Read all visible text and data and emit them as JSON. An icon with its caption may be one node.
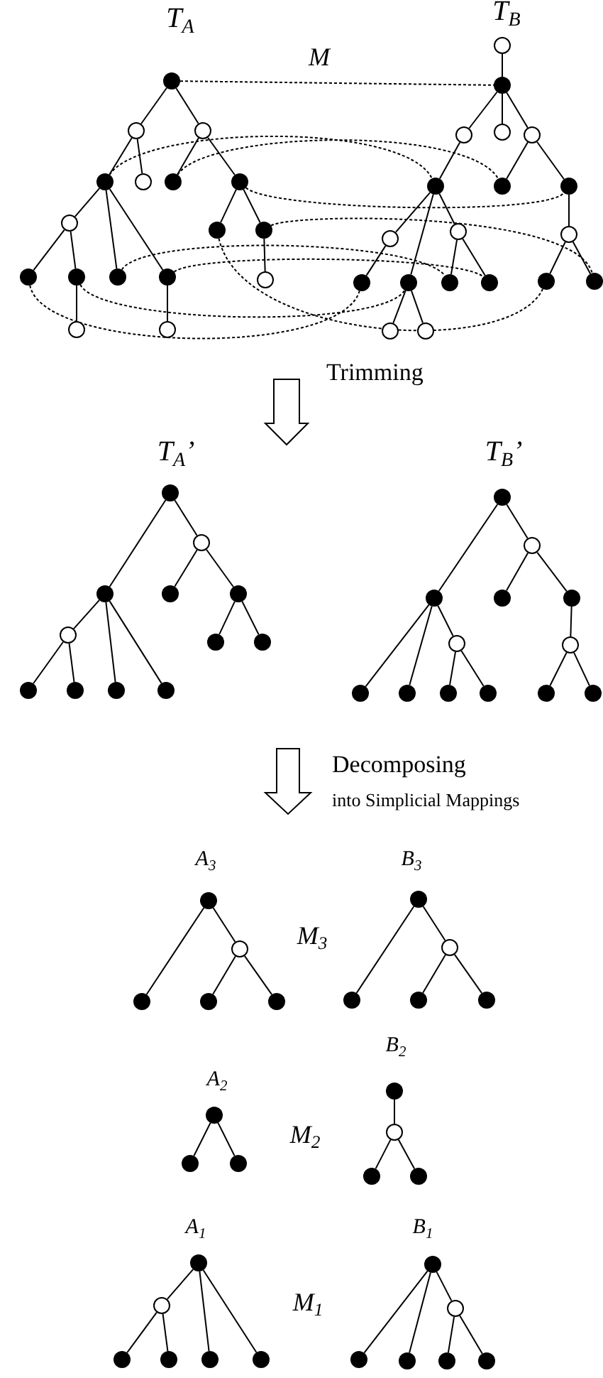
{
  "diagram": {
    "nodes": [
      {
        "text": [],
        "shape": "dot"
      },
      {
        "text": [],
        "shape": "circle"
      },
      {
        "text": [],
        "shape": "circle"
      },
      {
        "text": [],
        "shape": "dot"
      },
      {
        "text": [],
        "shape": "circle"
      },
      {
        "text": [],
        "shape": "dot"
      },
      {
        "text": [],
        "shape": "dot"
      },
      {
        "text": [],
        "shape": "circle"
      },
      {
        "text": [],
        "shape": "dot"
      },
      {
        "text": [],
        "shape": "dot"
      },
      {
        "text": [],
        "shape": "dot"
      },
      {
        "text": [],
        "shape": "dot"
      },
      {
        "text": [],
        "shape": "dot"
      },
      {
        "text": [],
        "shape": "dot"
      },
      {
        "text": [],
        "shape": "circle"
      },
      {
        "text": [],
        "shape": "circle"
      },
      {
        "text": [],
        "shape": "circle"
      },
      {
        "text": [],
        "shape": "circle"
      },
      {
        "text": [],
        "shape": "dot"
      },
      {
        "text": [],
        "shape": "circle"
      },
      {
        "text": [],
        "shape": "circle"
      },
      {
        "text": [],
        "shape": "circle"
      },
      {
        "text": [],
        "shape": "dot"
      },
      {
        "text": [],
        "shape": "dot"
      },
      {
        "text": [],
        "shape": "dot"
      },
      {
        "text": [],
        "shape": "circle"
      },
      {
        "text": [],
        "shape": "circle"
      },
      {
        "text": [],
        "shape": "circle"
      },
      {
        "text": [],
        "shape": "dot"
      },
      {
        "text": [],
        "shape": "dot"
      },
      {
        "text": [],
        "shape": "dot"
      },
      {
        "text": [],
        "shape": "dot"
      },
      {
        "text": [],
        "shape": "dot"
      },
      {
        "text": [],
        "shape": "dot"
      },
      {
        "text": [],
        "shape": "circle"
      },
      {
        "text": [],
        "shape": "circle"
      },
      {
        "text": [],
        "shape": "dot"
      },
      {
        "text": [],
        "shape": "circle"
      },
      {
        "text": [],
        "shape": "dot"
      },
      {
        "text": [],
        "shape": "dot"
      },
      {
        "text": [],
        "shape": "dot"
      },
      {
        "text": [],
        "shape": "circle"
      },
      {
        "text": [],
        "shape": "dot"
      },
      {
        "text": [],
        "shape": "dot"
      },
      {
        "text": [],
        "shape": "dot"
      },
      {
        "text": [],
        "shape": "dot"
      },
      {
        "text": [],
        "shape": "dot"
      },
      {
        "text": [],
        "shape": "dot"
      },
      {
        "text": [],
        "shape": "dot"
      },
      {
        "text": [],
        "shape": "circle"
      },
      {
        "text": [],
        "shape": "dot"
      },
      {
        "text": [],
        "shape": "dot"
      },
      {
        "text": [],
        "shape": "dot"
      },
      {
        "text": [],
        "shape": "circle"
      },
      {
        "text": [],
        "shape": "circle"
      },
      {
        "text": [],
        "shape": "dot"
      },
      {
        "text": [],
        "shape": "dot"
      },
      {
        "text": [],
        "shape": "dot"
      },
      {
        "text": [],
        "shape": "dot"
      },
      {
        "text": [],
        "shape": "dot"
      },
      {
        "text": [],
        "shape": "dot"
      },
      {
        "text": [],
        "shape": "dot"
      },
      {
        "text": [],
        "shape": "circle"
      },
      {
        "text": [],
        "shape": "dot"
      },
      {
        "text": [],
        "shape": "dot"
      },
      {
        "text": [],
        "shape": "dot"
      },
      {
        "text": [],
        "shape": "dot"
      },
      {
        "text": [],
        "shape": "circle"
      },
      {
        "text": [],
        "shape": "dot"
      },
      {
        "text": [],
        "shape": "dot"
      },
      {
        "text": [],
        "shape": "dot"
      },
      {
        "text": [],
        "shape": "dot"
      },
      {
        "text": [],
        "shape": "dot"
      },
      {
        "text": [],
        "shape": "dot"
      },
      {
        "text": [],
        "shape": "dot"
      },
      {
        "text": [],
        "shape": "circle"
      },
      {
        "text": [],
        "shape": "dot"
      },
      {
        "text": [],
        "shape": "dot"
      },
      {
        "text": [],
        "shape": "dot"
      },
      {
        "text": [],
        "shape": "circle"
      },
      {
        "text": [],
        "shape": "dot"
      },
      {
        "text": [],
        "shape": "dot"
      },
      {
        "text": [],
        "shape": "dot"
      },
      {
        "text": [],
        "shape": "dot"
      },
      {
        "text": [],
        "shape": "dot"
      },
      {
        "text": [],
        "shape": "circle"
      },
      {
        "text": [],
        "shape": "dot"
      },
      {
        "text": [],
        "shape": "dot"
      },
      {
        "text": [],
        "shape": "dot"
      },
      {
        "text": [],
        "shape": "dot"
      }
    ],
    "edges": [
      {
        "from": 0,
        "to": 1,
        "arrow": "none"
      },
      {
        "from": 0,
        "to": 2,
        "arrow": "none"
      },
      {
        "from": 1,
        "to": 3,
        "arrow": "none"
      },
      {
        "from": 1,
        "to": 4,
        "arrow": "none"
      },
      {
        "from": 2,
        "to": 5,
        "arrow": "none"
      },
      {
        "from": 2,
        "to": 6,
        "arrow": "none"
      },
      {
        "from": 3,
        "to": 7,
        "arrow": "none"
      },
      {
        "from": 3,
        "to": 12,
        "arrow": "none"
      },
      {
        "from": 3,
        "to": 13,
        "arrow": "none"
      },
      {
        "from": 6,
        "to": 8,
        "arrow": "none"
      },
      {
        "from": 6,
        "to": 9,
        "arrow": "none"
      },
      {
        "from": 7,
        "to": 10,
        "arrow": "none"
      },
      {
        "from": 7,
        "to": 11,
        "arrow": "none"
      },
      {
        "from": 9,
        "to": 14,
        "arrow": "none"
      },
      {
        "from": 11,
        "to": 15,
        "arrow": "none"
      },
      {
        "from": 13,
        "to": 16,
        "arrow": "none"
      },
      {
        "from": 17,
        "to": 18,
        "arrow": "none"
      },
      {
        "from": 18,
        "to": 19,
        "arrow": "none"
      },
      {
        "from": 18,
        "to": 20,
        "arrow": "none"
      },
      {
        "from": 18,
        "to": 21,
        "arrow": "none"
      },
      {
        "from": 19,
        "to": 22,
        "arrow": "none"
      },
      {
        "from": 21,
        "to": 23,
        "arrow": "none"
      },
      {
        "from": 21,
        "to": 24,
        "arrow": "none"
      },
      {
        "from": 22,
        "to": 25,
        "arrow": "none"
      },
      {
        "from": 22,
        "to": 26,
        "arrow": "none"
      },
      {
        "from": 22,
        "to": 29,
        "arrow": "none"
      },
      {
        "from": 24,
        "to": 27,
        "arrow": "none"
      },
      {
        "from": 25,
        "to": 28,
        "arrow": "none"
      },
      {
        "from": 26,
        "to": 30,
        "arrow": "none"
      },
      {
        "from": 26,
        "to": 31,
        "arrow": "none"
      },
      {
        "from": 27,
        "to": 32,
        "arrow": "none"
      },
      {
        "from": 27,
        "to": 33,
        "arrow": "none"
      },
      {
        "from": 29,
        "to": 34,
        "arrow": "none"
      },
      {
        "from": 29,
        "to": 35,
        "arrow": "none"
      },
      {
        "from": 0,
        "to": 18,
        "arrow": "none",
        "style": "dashed"
      },
      {
        "from": 3,
        "to": 22,
        "arrow": "none",
        "style": "dashed"
      },
      {
        "from": 5,
        "to": 23,
        "arrow": "none",
        "style": "dashed"
      },
      {
        "from": 6,
        "to": 24,
        "arrow": "none",
        "style": "dashed"
      },
      {
        "from": 8,
        "to": 32,
        "arrow": "none",
        "style": "dashed"
      },
      {
        "from": 9,
        "to": 33,
        "arrow": "none",
        "style": "dashed"
      },
      {
        "from": 10,
        "to": 28,
        "arrow": "none",
        "style": "dashed"
      },
      {
        "from": 11,
        "to": 29,
        "arrow": "none",
        "style": "dashed"
      },
      {
        "from": 12,
        "to": 30,
        "arrow": "none",
        "style": "dashed"
      },
      {
        "from": 13,
        "to": 31,
        "arrow": "none",
        "style": "dashed"
      },
      {
        "from": 36,
        "to": 37,
        "arrow": "none"
      },
      {
        "from": 36,
        "to": 38,
        "arrow": "none"
      },
      {
        "from": 37,
        "to": 39,
        "arrow": "none"
      },
      {
        "from": 37,
        "to": 40,
        "arrow": "none"
      },
      {
        "from": 38,
        "to": 41,
        "arrow": "none"
      },
      {
        "from": 38,
        "to": 46,
        "arrow": "none"
      },
      {
        "from": 38,
        "to": 47,
        "arrow": "none"
      },
      {
        "from": 40,
        "to": 42,
        "arrow": "none"
      },
      {
        "from": 40,
        "to": 43,
        "arrow": "none"
      },
      {
        "from": 41,
        "to": 44,
        "arrow": "none"
      },
      {
        "from": 41,
        "to": 45,
        "arrow": "none"
      },
      {
        "from": 48,
        "to": 49,
        "arrow": "none"
      },
      {
        "from": 48,
        "to": 50,
        "arrow": "none"
      },
      {
        "from": 49,
        "to": 51,
        "arrow": "none"
      },
      {
        "from": 49,
        "to": 52,
        "arrow": "none"
      },
      {
        "from": 50,
        "to": 55,
        "arrow": "none"
      },
      {
        "from": 50,
        "to": 56,
        "arrow": "none"
      },
      {
        "from": 50,
        "to": 53,
        "arrow": "none"
      },
      {
        "from": 53,
        "to": 57,
        "arrow": "none"
      },
      {
        "from": 53,
        "to": 58,
        "arrow": "none"
      },
      {
        "from": 52,
        "to": 54,
        "arrow": "none"
      },
      {
        "from": 54,
        "to": 59,
        "arrow": "none"
      },
      {
        "from": 54,
        "to": 60,
        "arrow": "none"
      },
      {
        "from": 61,
        "to": 63,
        "arrow": "none"
      },
      {
        "from": 61,
        "to": 62,
        "arrow": "none"
      },
      {
        "from": 62,
        "to": 64,
        "arrow": "none"
      },
      {
        "from": 62,
        "to": 65,
        "arrow": "none"
      },
      {
        "from": 66,
        "to": 68,
        "arrow": "none"
      },
      {
        "from": 66,
        "to": 67,
        "arrow": "none"
      },
      {
        "from": 67,
        "to": 69,
        "arrow": "none"
      },
      {
        "from": 67,
        "to": 70,
        "arrow": "none"
      },
      {
        "from": 71,
        "to": 72,
        "arrow": "none"
      },
      {
        "from": 71,
        "to": 73,
        "arrow": "none"
      },
      {
        "from": 74,
        "to": 75,
        "arrow": "none"
      },
      {
        "from": 75,
        "to": 76,
        "arrow": "none"
      },
      {
        "from": 75,
        "to": 77,
        "arrow": "none"
      },
      {
        "from": 78,
        "to": 79,
        "arrow": "none"
      },
      {
        "from": 79,
        "to": 80,
        "arrow": "none"
      },
      {
        "from": 79,
        "to": 81,
        "arrow": "none"
      },
      {
        "from": 78,
        "to": 82,
        "arrow": "none"
      },
      {
        "from": 78,
        "to": 83,
        "arrow": "none"
      },
      {
        "from": 84,
        "to": 86,
        "arrow": "none"
      },
      {
        "from": 84,
        "to": 87,
        "arrow": "none"
      },
      {
        "from": 84,
        "to": 85,
        "arrow": "none"
      },
      {
        "from": 85,
        "to": 88,
        "arrow": "none"
      },
      {
        "from": 85,
        "to": 89,
        "arrow": "none"
      }
    ],
    "labels": [
      "T$_{A}$",
      "T$_{B}$",
      "M",
      "Trimming",
      "T$_{A}$’",
      "T$_{B}$’",
      "Decomposing",
      "into Simplicial Mappings",
      "A$_{3}$",
      "B$_{3}$",
      "M$_{3}$",
      "B$_{2}$",
      "A$_{2}$",
      "M$_{2}$",
      "A$_{1}$",
      "B$_{1}$",
      "M$_{1}$"
    ]
  }
}
